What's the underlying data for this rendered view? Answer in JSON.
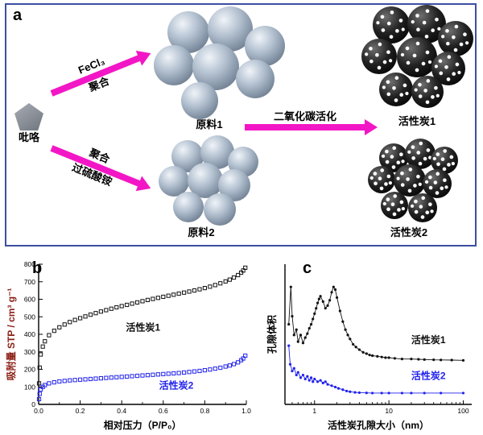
{
  "panel_a": {
    "letter": "a",
    "pyrrole": "吡咯",
    "route1": {
      "line1": "FeCl₃",
      "line2": "聚合"
    },
    "route2": {
      "line1": "聚合",
      "line2": "过硫酸铵"
    },
    "activation": "二氧化碳活化",
    "raw1": "原料1",
    "raw2": "原料2",
    "ac1": "活性炭1",
    "ac2": "活性炭2"
  },
  "panel_b": {
    "letter": "b"
  },
  "panel_c": {
    "letter": "c"
  },
  "colors": {
    "arrow": "#f316c6",
    "panel_border": "#3d4fa1",
    "series1": "#111111",
    "series2": "#2222ee"
  },
  "chart_data": [
    {
      "id": "chart-b",
      "type": "scatter",
      "panel": "b",
      "xlabel": "相对压力（P/P₀）",
      "ylabel": "吸附量 STP / cm³ g⁻¹",
      "ylabel_color": "#8b2016",
      "xscale": "linear",
      "xlim": [
        0,
        1.0
      ],
      "ylim": [
        0,
        800
      ],
      "xticks": [
        0.0,
        0.2,
        0.4,
        0.6,
        0.8,
        1.0
      ],
      "xminor": [
        0.1,
        0.3,
        0.5,
        0.7,
        0.9
      ],
      "yticks": [
        0,
        100,
        200,
        300,
        400,
        500,
        600,
        700,
        800
      ],
      "grid": false,
      "series": [
        {
          "name": "活性炭1",
          "color": "#111111",
          "marker": "square-open",
          "line": false,
          "x": [
            0.002,
            0.005,
            0.01,
            0.02,
            0.03,
            0.05,
            0.075,
            0.1,
            0.125,
            0.15,
            0.175,
            0.2,
            0.225,
            0.25,
            0.275,
            0.3,
            0.325,
            0.35,
            0.375,
            0.4,
            0.425,
            0.45,
            0.475,
            0.5,
            0.525,
            0.55,
            0.575,
            0.6,
            0.625,
            0.65,
            0.675,
            0.7,
            0.725,
            0.75,
            0.775,
            0.8,
            0.825,
            0.85,
            0.875,
            0.9,
            0.92,
            0.94,
            0.96,
            0.975,
            0.985,
            0.995
          ],
          "y": [
            120,
            210,
            285,
            330,
            360,
            395,
            420,
            440,
            456,
            470,
            482,
            492,
            502,
            512,
            521,
            530,
            538,
            546,
            554,
            561,
            568,
            575,
            582,
            589,
            596,
            602,
            608,
            614,
            620,
            626,
            632,
            638,
            644,
            650,
            657,
            664,
            672,
            681,
            691,
            702,
            712,
            724,
            738,
            752,
            764,
            780
          ]
        },
        {
          "name": "活性炭2",
          "color": "#2222ee",
          "marker": "square-open",
          "line": false,
          "x": [
            0.002,
            0.005,
            0.01,
            0.02,
            0.03,
            0.05,
            0.075,
            0.1,
            0.125,
            0.15,
            0.175,
            0.2,
            0.225,
            0.25,
            0.275,
            0.3,
            0.325,
            0.35,
            0.375,
            0.4,
            0.425,
            0.45,
            0.475,
            0.5,
            0.525,
            0.55,
            0.575,
            0.6,
            0.625,
            0.65,
            0.675,
            0.7,
            0.725,
            0.75,
            0.775,
            0.8,
            0.825,
            0.85,
            0.875,
            0.9,
            0.92,
            0.94,
            0.96,
            0.975,
            0.985,
            0.995
          ],
          "y": [
            30,
            60,
            85,
            100,
            110,
            120,
            126,
            131,
            134,
            137,
            139,
            141,
            143,
            145,
            147,
            149,
            151,
            153,
            155,
            157,
            159,
            161,
            163,
            165,
            167,
            169,
            171,
            173,
            175,
            177,
            179,
            182,
            185,
            188,
            191,
            195,
            199,
            204,
            209,
            216,
            222,
            230,
            240,
            252,
            262,
            278
          ]
        }
      ],
      "annotations": [
        {
          "text": "活性炭1",
          "x": 0.42,
          "y": 420,
          "color": "#111111"
        },
        {
          "text": "活性炭2",
          "x": 0.58,
          "y": 90,
          "color": "#2222ee"
        }
      ]
    },
    {
      "id": "chart-c",
      "type": "line",
      "panel": "c",
      "xlabel": "活性炭孔隙大小（nm）",
      "ylabel": "孔隙体积",
      "xscale": "log",
      "xlim": [
        0.4,
        130
      ],
      "ylim": [
        0,
        1.05
      ],
      "xticks": [
        1,
        10,
        100
      ],
      "yticks": null,
      "grid": false,
      "series": [
        {
          "name": "活性炭1",
          "color": "#111111",
          "marker": "dot",
          "line": true,
          "x": [
            0.45,
            0.48,
            0.5,
            0.53,
            0.57,
            0.6,
            0.65,
            0.7,
            0.75,
            0.8,
            0.85,
            0.9,
            0.95,
            1.0,
            1.05,
            1.1,
            1.15,
            1.2,
            1.3,
            1.4,
            1.5,
            1.6,
            1.7,
            1.8,
            1.9,
            2.0,
            2.2,
            2.4,
            2.6,
            2.8,
            3.0,
            3.3,
            3.6,
            4.0,
            4.5,
            5.0,
            5.5,
            6.0,
            7.0,
            8.0,
            9.0,
            10,
            12,
            15,
            20,
            25,
            30,
            40,
            50,
            70,
            100
          ],
          "y": [
            0.6,
            0.88,
            0.66,
            0.52,
            0.56,
            0.47,
            0.52,
            0.46,
            0.5,
            0.53,
            0.57,
            0.6,
            0.64,
            0.68,
            0.72,
            0.76,
            0.79,
            0.81,
            0.77,
            0.72,
            0.74,
            0.78,
            0.84,
            0.88,
            0.86,
            0.8,
            0.7,
            0.62,
            0.56,
            0.52,
            0.49,
            0.45,
            0.43,
            0.41,
            0.39,
            0.38,
            0.37,
            0.365,
            0.36,
            0.355,
            0.35,
            0.35,
            0.345,
            0.34,
            0.34,
            0.338,
            0.336,
            0.334,
            0.333,
            0.332,
            0.33
          ]
        },
        {
          "name": "活性炭2",
          "color": "#2222ee",
          "marker": "dot",
          "line": true,
          "x": [
            0.45,
            0.47,
            0.5,
            0.53,
            0.57,
            0.6,
            0.65,
            0.7,
            0.75,
            0.8,
            0.85,
            0.9,
            0.95,
            1.0,
            1.1,
            1.2,
            1.3,
            1.4,
            1.5,
            1.7,
            1.9,
            2.1,
            2.4,
            2.7,
            3.0,
            3.5,
            4.0,
            5.0,
            6.0,
            8.0,
            10,
            15,
            20,
            30,
            50,
            100
          ],
          "y": [
            0.44,
            0.3,
            0.25,
            0.27,
            0.22,
            0.24,
            0.2,
            0.22,
            0.19,
            0.21,
            0.18,
            0.2,
            0.17,
            0.19,
            0.17,
            0.18,
            0.16,
            0.17,
            0.15,
            0.14,
            0.13,
            0.12,
            0.11,
            0.1,
            0.095,
            0.09,
            0.088,
            0.086,
            0.085,
            0.085,
            0.085,
            0.085,
            0.085,
            0.085,
            0.085,
            0.085
          ]
        }
      ],
      "annotations": [
        {
          "text": "活性炭1",
          "x": 20,
          "y": 0.46,
          "color": "#111111"
        },
        {
          "text": "活性炭2",
          "x": 20,
          "y": 0.19,
          "color": "#2222ee"
        }
      ]
    }
  ]
}
